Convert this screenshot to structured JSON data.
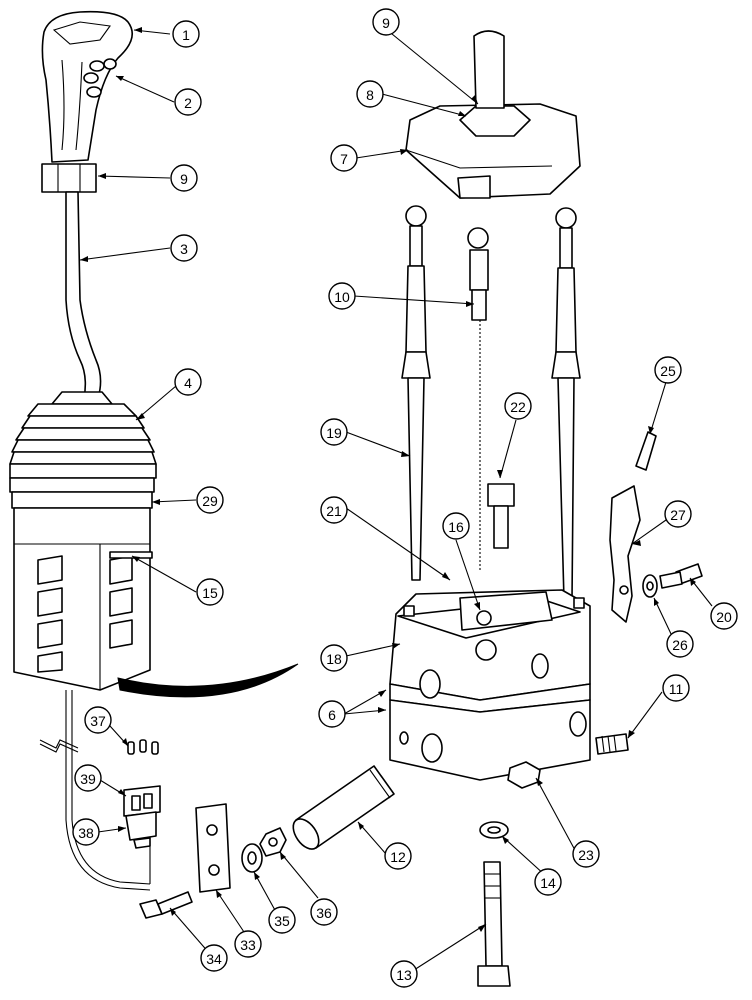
{
  "callouts": [
    {
      "label": "1"
    },
    {
      "label": "2"
    },
    {
      "label": "9"
    },
    {
      "label": "3"
    },
    {
      "label": "4"
    },
    {
      "label": "29"
    },
    {
      "label": "15"
    },
    {
      "label": "9"
    },
    {
      "label": "8"
    },
    {
      "label": "7"
    },
    {
      "label": "10"
    },
    {
      "label": "25"
    },
    {
      "label": "22"
    },
    {
      "label": "19"
    },
    {
      "label": "21"
    },
    {
      "label": "16"
    },
    {
      "label": "27"
    },
    {
      "label": "20"
    },
    {
      "label": "26"
    },
    {
      "label": "18"
    },
    {
      "label": "6"
    },
    {
      "label": "11"
    },
    {
      "label": "37"
    },
    {
      "label": "39"
    },
    {
      "label": "38"
    },
    {
      "label": "12"
    },
    {
      "label": "36"
    },
    {
      "label": "35"
    },
    {
      "label": "33"
    },
    {
      "label": "34"
    },
    {
      "label": "23"
    },
    {
      "label": "14"
    },
    {
      "label": "13"
    }
  ]
}
